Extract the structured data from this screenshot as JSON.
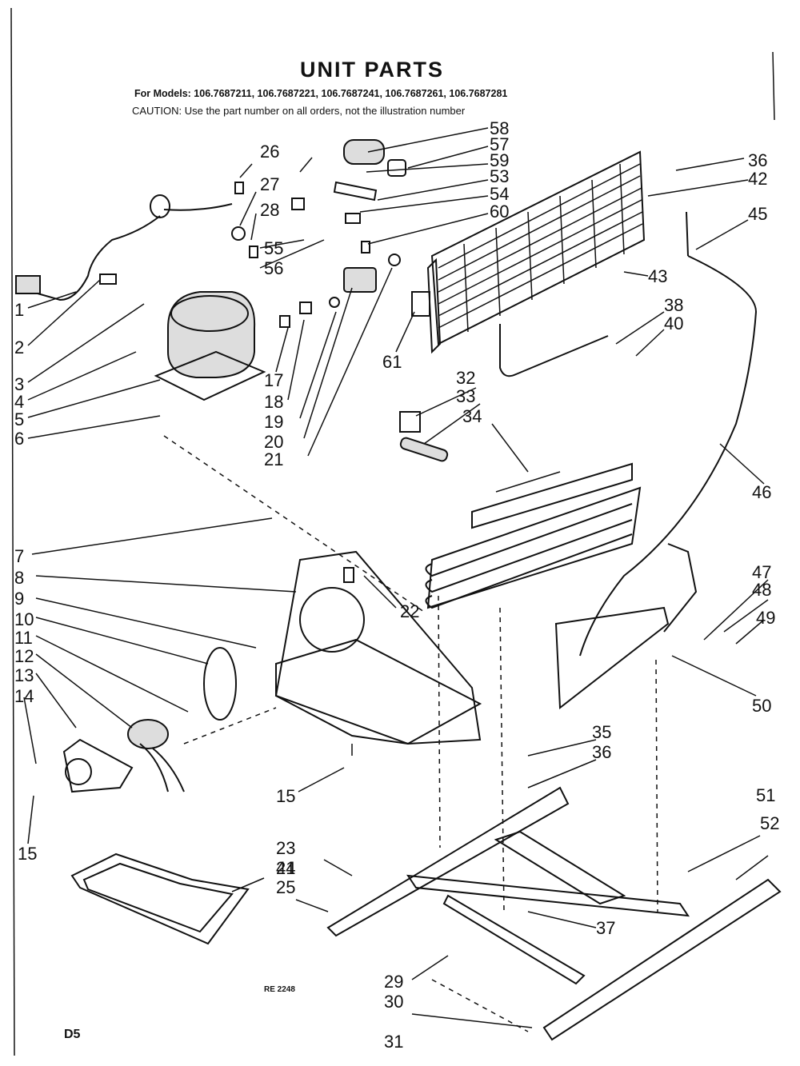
{
  "title": "UNIT PARTS",
  "models_line": "For Models: 106.7687211, 106.7687221, 106.7687241, 106.7687261, 106.7687281",
  "caution_line": "CAUTION: Use the part number on all orders, not the illustration number",
  "drawing_code": "RE 2248",
  "page_code": "D5",
  "callouts": [
    "1",
    "2",
    "3",
    "4",
    "5",
    "6",
    "7",
    "8",
    "9",
    "10",
    "11",
    "12",
    "13",
    "14",
    "15",
    "15",
    "17",
    "18",
    "19",
    "20",
    "21",
    "22",
    "23",
    "24",
    "25",
    "26",
    "27",
    "28",
    "29",
    "30",
    "31",
    "32",
    "33",
    "34",
    "35",
    "36",
    "36",
    "37",
    "38",
    "40",
    "41",
    "42",
    "43",
    "45",
    "46",
    "47",
    "48",
    "49",
    "50",
    "51",
    "52",
    "53",
    "54",
    "55",
    "56",
    "57",
    "58",
    "59",
    "60",
    "61"
  ]
}
